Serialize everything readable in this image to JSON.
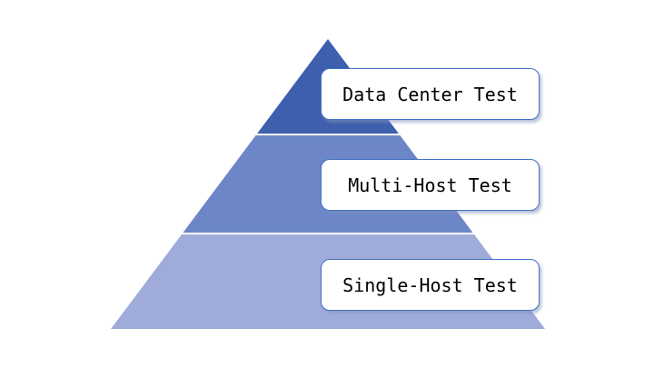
{
  "diagram": {
    "type": "pyramid",
    "background_color": "#FFFFFF",
    "levels": [
      {
        "label": "Data Center Test",
        "color": "#3D5FAD"
      },
      {
        "label": "Multi-Host Test",
        "color": "#6C86C7"
      },
      {
        "label": "Single-Host Test",
        "color": "#9FACDA"
      }
    ],
    "label_box": {
      "background": "#FFFFFF",
      "border_color": "#4472C4",
      "text_color": "#000000"
    }
  }
}
